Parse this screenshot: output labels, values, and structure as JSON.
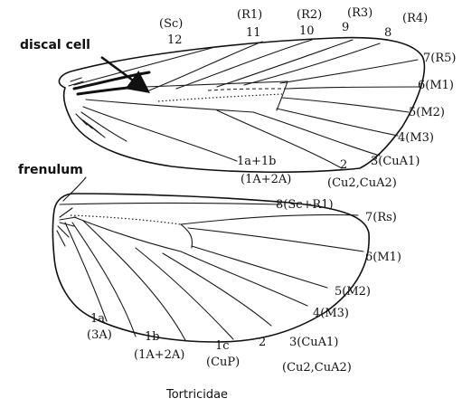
{
  "annotations": {
    "discal_cell": "discal cell",
    "frenulum": "frenulum"
  },
  "caption": "Tortricidae",
  "forewing": {
    "labels": {
      "sc_name": "(Sc)",
      "sc_num": "12",
      "r1_name": "(R1)",
      "r1_num": "11",
      "r2_name": "(R2)",
      "r2_num": "10",
      "r3_name": "(R3)",
      "r3_num": "9",
      "r4_name": "(R4)",
      "r4_num": "8",
      "r5": "7(R5)",
      "m1": "6(M1)",
      "m2": "5(M2)",
      "m3": "4(M3)",
      "cua1": "3(CuA1)",
      "cu2_num": "2",
      "cu2_name": "(Cu2,CuA2)",
      "anal_num": "1a+1b",
      "anal_name": "(1A+2A)"
    }
  },
  "hindwing": {
    "labels": {
      "scr1": "8(Sc+R1)",
      "rs": "7(Rs)",
      "m1": "6(M1)",
      "m2": "5(M2)",
      "m3": "4(M3)",
      "cua1": "3(CuA1)",
      "cu2_num": "2",
      "cu2_name": "(Cu2,CuA2)",
      "a1c_num": "1c",
      "a1c_name": "(CuP)",
      "a1b_num": "1b",
      "a1b_name": "(1A+2A)",
      "a1a_num": "1a",
      "a1a_name": "(3A)"
    }
  }
}
